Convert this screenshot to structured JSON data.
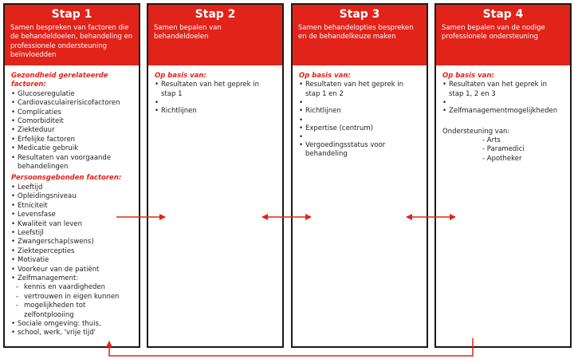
{
  "steps": [
    {
      "title": "Stap 1",
      "subtitle": "Samen bespreken van factoren die de behandeldoelen, behandeling en professionele ondersteuning beïnvloedden",
      "section1_heading": "Gezondheid gerelateerde factoren:",
      "section1_items": [
        "Glucoseregulatie",
        "Cardiovasculairerisicofactoren",
        "Complicaties",
        "Comorbiditeit",
        "Ziekteduur",
        "Erfelijke factoren",
        "Medicatie gebruik",
        "Resultaten van voorgaande behandelingen"
      ],
      "section2_heading": "Persoonsgebonden factoren:",
      "section2_items": [
        "Leeftijd",
        "Opleidingsniveau",
        "Etniciteit",
        "Levensfase",
        "Kwaliteit van leven",
        "Leefstijl",
        "Zwangerschap(swens)",
        "Ziektepercepties",
        "Motivatie",
        "Voorkeur van de patiënt",
        "Zelfmanagement:"
      ],
      "self_management_items": [
        "kennis en vaardigheden",
        "vertrouwen in eigen kunnen",
        "mogelijkheden tot zelfontplooiing"
      ],
      "section2_items_tail": [
        "Sociale omgeving: thuis,",
        "school, werk, 'vrije tijd'"
      ]
    },
    {
      "title": "Stap 2",
      "subtitle": "Samen bepalen van behandeldoelen",
      "basis_heading": "Op basis van:",
      "items": [
        "Resultaten van het geprek in stap 1",
        "Richtlijnen"
      ]
    },
    {
      "title": "Stap 3",
      "subtitle": "Samen behandelopties bespreken en de behandelkeuze maken",
      "basis_heading": "Op basis van:",
      "items": [
        "Resultaten van het geprek in stap 1 en 2",
        "Richtlijnen",
        "Expertise (centrum)",
        "Vergoedingsstatus voor behandeling"
      ]
    },
    {
      "title": "Stap 4",
      "subtitle": "Samen bepalen van de nodige professionele ondersteuning",
      "basis_heading": "Op basis van:",
      "items": [
        "Resultaten van het geprek in stap 1, 2 en 3",
        "Zelfmanagementmogelijkheden"
      ],
      "support_heading": "Ondersteuning van:",
      "support_items": [
        "- Arts",
        "- Paramedici",
        "- Apotheker"
      ]
    }
  ],
  "colors": {
    "accent": "#e2231a",
    "border": "#1a1a1a"
  }
}
